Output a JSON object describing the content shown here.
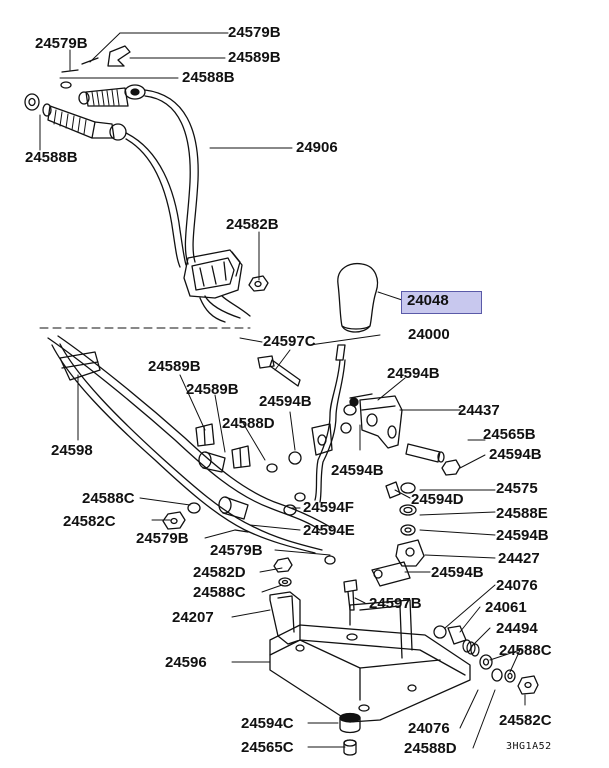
{
  "labels": {
    "p24579B_a": "24579B",
    "p24579B_b": "24579B",
    "p24589B_a": "24589B",
    "p24588B_a": "24588B",
    "p24588B_b": "24588B",
    "p24906": "24906",
    "p24582B": "24582B",
    "p24048": "24048",
    "p24597C": "24597C",
    "p24000": "24000",
    "p24589B_b": "24589B",
    "p24589B_c": "24589B",
    "p24594B_a": "24594B",
    "p24594B_b": "24594B",
    "p24437": "24437",
    "p24588D_a": "24588D",
    "p24598": "24598",
    "p24565B": "24565B",
    "p24594B_c": "24594B",
    "p24594B_d": "24594B",
    "p24575": "24575",
    "p24588C_a": "24588C",
    "p24594D": "24594D",
    "p24594F": "24594F",
    "p24588E": "24588E",
    "p24582C_a": "24582C",
    "p24594E": "24594E",
    "p24594B_e": "24594B",
    "p24579B_c": "24579B",
    "p24579B_d": "24579B",
    "p24427": "24427",
    "p24582D": "24582D",
    "p24594B_f": "24594B",
    "p24588C_b": "24588C",
    "p24076_a": "24076",
    "p24597B": "24597B",
    "p24061": "24061",
    "p24207": "24207",
    "p24494": "24494",
    "p24596": "24596",
    "p24588C_c": "24588C",
    "p24594C": "24594C",
    "p24076_b": "24076",
    "p24582C_b": "24582C",
    "p24565C": "24565C",
    "p24588D_b": "24588D"
  },
  "drawing_code": "3HG1A52",
  "highlight_color": "#c8c8ee"
}
